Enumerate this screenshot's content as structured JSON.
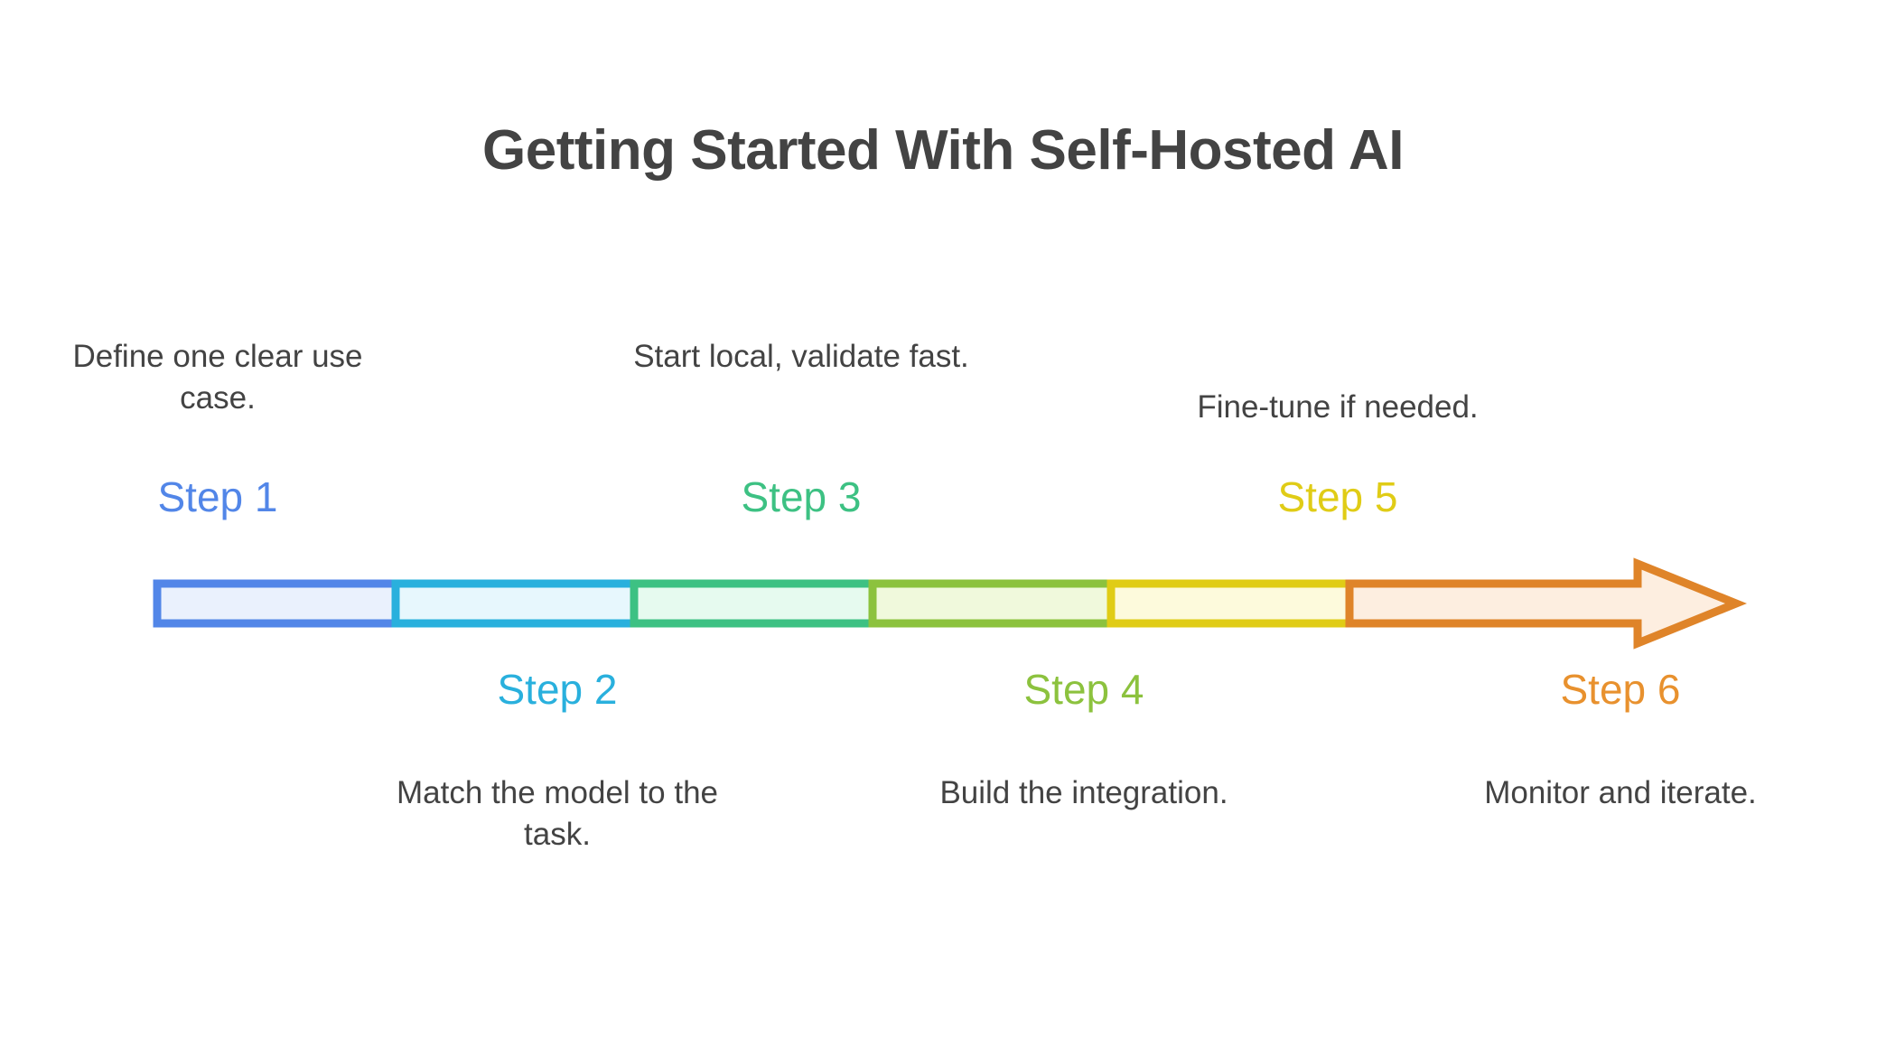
{
  "title": "Getting Started With Self-Hosted AI",
  "diagram": {
    "type": "process-arrow",
    "orientation": "horizontal",
    "segment_count": 6,
    "colors": {
      "background": "#ffffff",
      "title_text": "#434343",
      "description_text": "#434343"
    },
    "steps": [
      {
        "id": 1,
        "label": "Step 1",
        "description": "Define one clear use case.",
        "position": "above",
        "accent": "#5286e8",
        "fill": "#eaf1fd"
      },
      {
        "id": 2,
        "label": "Step 2",
        "description": "Match the model to the task.",
        "position": "below",
        "accent": "#29b0dd",
        "fill": "#e7f7fd"
      },
      {
        "id": 3,
        "label": "Step 3",
        "description": "Start local, validate fast.",
        "position": "above",
        "accent": "#3dc183",
        "fill": "#e6faef"
      },
      {
        "id": 4,
        "label": "Step 4",
        "description": "Build the integration.",
        "position": "below",
        "accent": "#8cc23e",
        "fill": "#f0f9dc"
      },
      {
        "id": 5,
        "label": "Step 5",
        "description": "Fine-tune if needed.",
        "position": "above",
        "accent": "#e0cc16",
        "fill": "#fdfadc"
      },
      {
        "id": 6,
        "label": "Step 6",
        "description": "Monitor and iterate.",
        "position": "below",
        "accent": "#df8429",
        "fill": "#fdeee0"
      }
    ]
  }
}
